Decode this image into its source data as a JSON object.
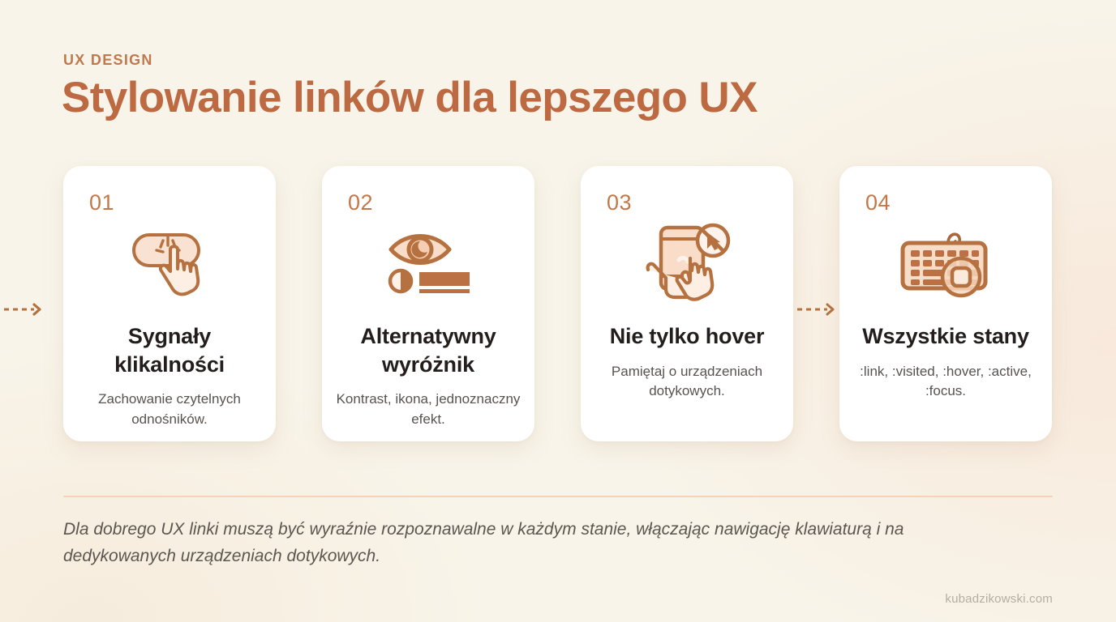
{
  "header": {
    "eyebrow": "UX DESIGN",
    "title": "Stylowanie linków dla lepszego UX"
  },
  "colors": {
    "background": "#f8f4e9",
    "accent": "#bd6a43",
    "number": "#c4784a",
    "icon_stroke": "#b5713f",
    "icon_fill": "#f6ddcb",
    "card": "#ffffff",
    "divider": "#f5d3bb",
    "title_dark": "#231e1b",
    "body_text": "#58534f",
    "watermark": "#b3ae9f"
  },
  "cards": [
    {
      "number": "01",
      "title": "Sygnały klikalności",
      "description": "Zachowanie czytelnych odnośników.",
      "icon": "hand-tap-button-icon"
    },
    {
      "number": "02",
      "title": "Alternatywny wyróżnik",
      "description": "Kontrast, ikona, jednoznaczny efekt.",
      "icon": "eye-contrast-icon"
    },
    {
      "number": "03",
      "title": "Nie tylko hover",
      "description": "Pamiętaj o urządzeniach dotykowych.",
      "icon": "phone-no-cursor-icon"
    },
    {
      "number": "04",
      "title": "Wszystkie stany",
      "description": ":link, :visited, :hover, :active, :focus.",
      "icon": "keyboard-focus-icon"
    }
  ],
  "connectors": [
    {
      "name": "arrow-1-to-2",
      "style": "dashed-arrow-right"
    },
    {
      "name": "arrow-2-to-3",
      "style": "dashed-arrow-right"
    },
    {
      "name": "arrow-3-to-4",
      "style": "dashed-arrow-right"
    }
  ],
  "footer": {
    "note": "Dla dobrego UX linki muszą być wyraźnie rozpoznawalne w każdym stanie, włączając nawigację klawiaturą i na dedykowanych urządzeniach dotykowych.",
    "watermark": "kubadzikowski.com"
  }
}
